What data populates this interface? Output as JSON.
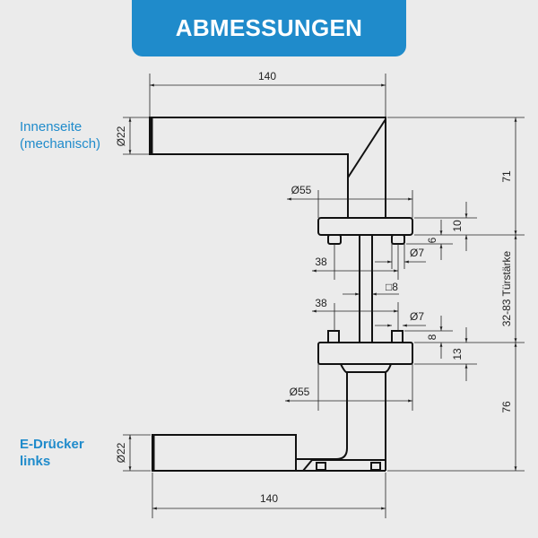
{
  "title": "ABMESSUNGEN",
  "labels": {
    "inner_line1": "Innenseite",
    "inner_line2": "(mechanisch)",
    "outer_line1": "E-Drücker",
    "outer_line2": "links"
  },
  "dimensions": {
    "width_top": "140",
    "width_bottom": "140",
    "dia_top": "Ø22",
    "dia_bottom": "Ø22",
    "rosette_top": "Ø55",
    "rosette_bottom": "Ø55",
    "height_top": "71",
    "rosette_h_top": "10",
    "pin_top": "6",
    "door": "32-83 Türstärke",
    "height_bottom": "76",
    "rosette_h_bottom": "13",
    "pin_bottom": "8",
    "pin_dist_top": "38",
    "pin_dist_bottom": "38",
    "pin_dia_top": "Ø7",
    "pin_dia_bottom": "Ø7",
    "spindle": "□8"
  },
  "colors": {
    "accent": "#1f8bcb"
  }
}
